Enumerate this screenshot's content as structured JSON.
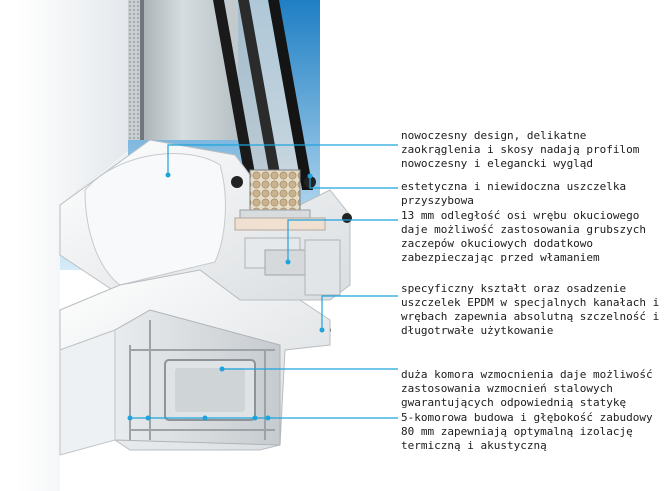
{
  "colors": {
    "leader_line": "#1ea3dc",
    "leader_dot": "#1ea3dc",
    "sky_top": "#1f7fc4",
    "sky_bottom": "#d6ecf8",
    "label_text": "#1c1c1c"
  },
  "annotations": [
    {
      "id": "design",
      "text": "nowoczesny design, delikatne zaokrąglenia i skosy nadają profilom nowoczesny i elegancki wygląd"
    },
    {
      "id": "seal",
      "text": "estetyczna i niewidoczna uszczelka przyszybowa"
    },
    {
      "id": "axis",
      "text": "13 mm odległość osi wrębu okuciowego daje możliwość zastosowania grubszych zaczepów okuciowych dodatkowo zabezpieczając przed włamaniem"
    },
    {
      "id": "epdm",
      "text": "specyficzny kształt oraz osadzenie uszczelek EPDM w specjalnych kanałach i wrębach zapewnia absolutną szczelność i długotrwałe użytkowanie"
    },
    {
      "id": "chamber",
      "text": "duża komora wzmocnienia daje możliwość zastosowania wzmocnień stalowych gwarantujących odpowiednią statykę"
    },
    {
      "id": "chambers5",
      "text": "5-komorowa budowa i głębokość zabudowy 80 mm zapewniają optymalną izolację termiczną i akustyczną"
    }
  ]
}
